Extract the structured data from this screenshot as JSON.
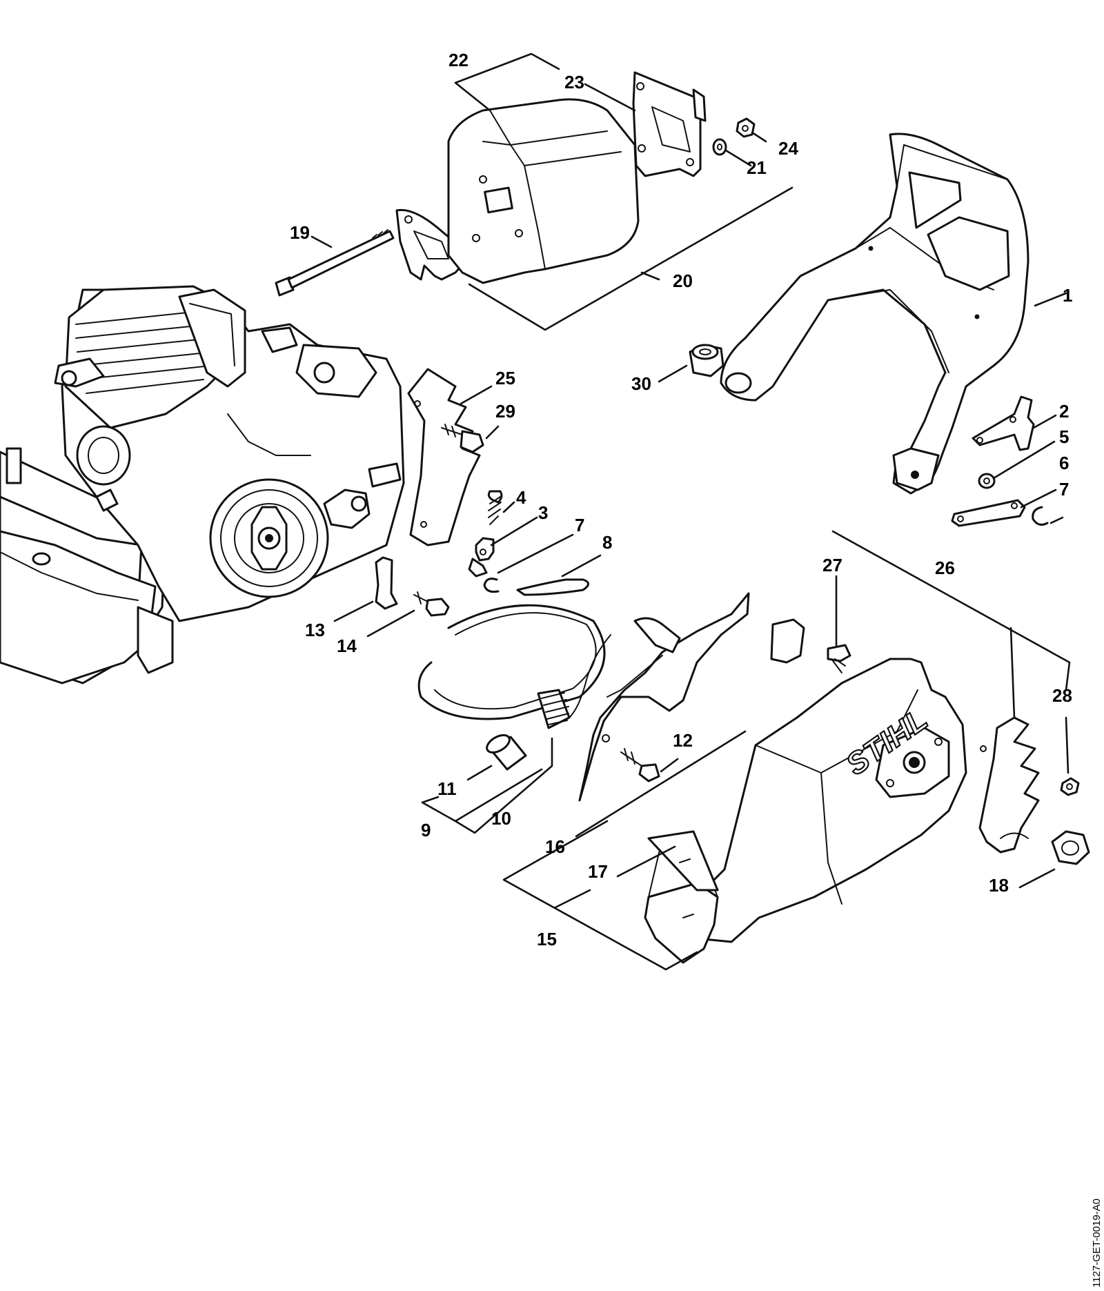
{
  "callouts": [
    "1",
    "2",
    "3",
    "4",
    "5",
    "6",
    "7",
    "7",
    "8",
    "9",
    "10",
    "11",
    "12",
    "13",
    "14",
    "15",
    "16",
    "17",
    "18",
    "19",
    "20",
    "21",
    "22",
    "23",
    "24",
    "25",
    "26",
    "27",
    "28",
    "29",
    "30"
  ],
  "logo_text": "STIHL",
  "drawing_code": "1127-GET-0019-A0"
}
